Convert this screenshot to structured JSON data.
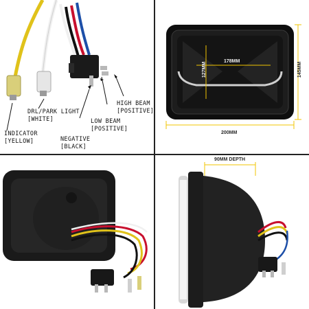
{
  "wiring": {
    "indicator": "INDICATOR",
    "indicator_color": "[YELLOW]",
    "drl": "DRL/PARK LIGHT",
    "drl_color": "[WHITE]",
    "negative": "NEGATIVE",
    "negative_color": "[BLACK]",
    "low_beam": "LOW BEAM",
    "low_beam_polarity": "[POSITIVE]",
    "high_beam": "HIGH BEAM",
    "high_beam_polarity": "[POSITIVE]"
  },
  "dimensions": {
    "inner_width": "178MM",
    "inner_height": "127MM",
    "outer_width": "200MM",
    "outer_height": "145MM",
    "depth": "90MM DEPTH"
  },
  "colors": {
    "dimension_line": "#f2c400",
    "wire_yellow": "#e0c21a",
    "wire_red": "#c8102e",
    "wire_blue": "#1d4fa8",
    "wire_black": "#111111",
    "wire_white": "#f0f0f0"
  }
}
